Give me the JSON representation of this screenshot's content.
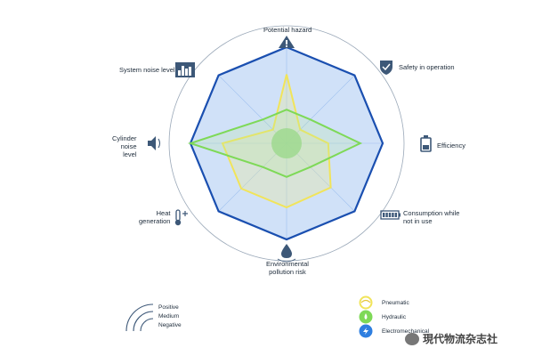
{
  "chart_data": {
    "type": "radar",
    "axes": [
      "Potential hazard",
      "Safety in operation",
      "Efficiency",
      "Consumption while\nnot in use",
      "Environmental\npollution risk",
      "Heat\ngeneration",
      "Cylinder\nnoise\nlevel",
      "System noise level"
    ],
    "scale_levels": [
      "Negative",
      "Medium",
      "Positive"
    ],
    "rmax": 3,
    "series": [
      {
        "name": "Pneumatic",
        "color": "#f1e45a",
        "values": [
          2.15,
          0.6,
          1.3,
          1.95,
          2.0,
          2.0,
          2.0,
          0.6
        ]
      },
      {
        "name": "Hydraulic",
        "color": "#7ed957",
        "values": [
          1.05,
          1.05,
          2.3,
          1.05,
          1.05,
          1.05,
          3.0,
          1.05
        ]
      },
      {
        "name": "Electromechanical",
        "color": "#2f7fe0",
        "values": [
          3.0,
          3.0,
          3.0,
          3.0,
          3.0,
          3.0,
          3.0,
          3.0
        ]
      }
    ]
  },
  "icons": {
    "hazard": "warning-triangle-icon",
    "safety": "shield-check-icon",
    "efficiency": "battery-icon",
    "consumption": "battery-bars-icon",
    "pollution": "droplet-icon",
    "heat": "thermometer-icon",
    "cylinder": "speaker-icon",
    "system": "bar-chart-icon"
  },
  "watermark": "現代物流杂志社"
}
